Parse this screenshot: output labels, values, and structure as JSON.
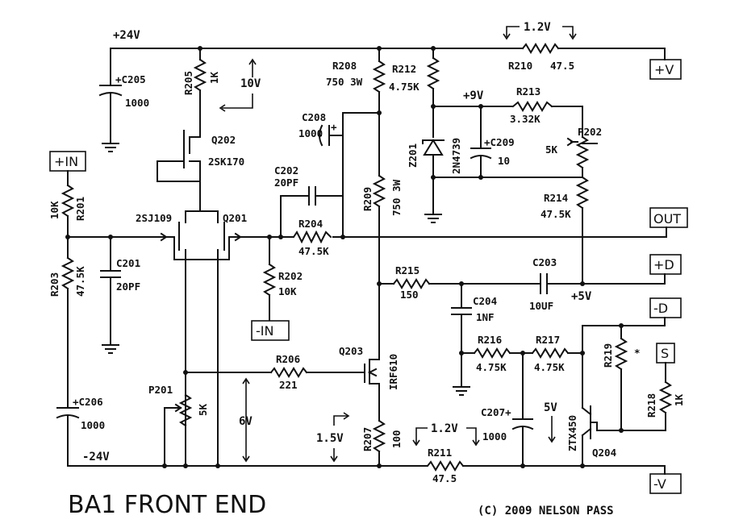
{
  "title": "BA1 FRONT END",
  "copyright": "(C) 2009 NELSON PASS",
  "rails": {
    "pos": "+24V",
    "neg": "-24V"
  },
  "terminals": {
    "in_pos": "+IN",
    "in_neg": "-IN",
    "out": "OUT",
    "v_pos": "+V",
    "v_neg": "-V",
    "d_pos": "+D",
    "d_neg": "-D",
    "s": "S"
  },
  "components": {
    "C205": {
      "ref": "C205",
      "value": "1000",
      "polarity": "+"
    },
    "R205": {
      "ref": "R205",
      "value": "1K"
    },
    "Q202": {
      "ref": "Q202",
      "value": "2SK170"
    },
    "R208": {
      "ref": "R208",
      "value": "750 3W"
    },
    "R212": {
      "ref": "R212",
      "value": "4.75K"
    },
    "R210": {
      "ref": "R210",
      "value": "47.5"
    },
    "R213": {
      "ref": "R213",
      "value": "3.32K"
    },
    "C208": {
      "ref": "C208",
      "value": "1000",
      "polarity": "+"
    },
    "Z201": {
      "ref": "Z201",
      "value": "2N4739"
    },
    "C209": {
      "ref": "C209",
      "value": "10",
      "polarity": "+"
    },
    "P202": {
      "ref": "P202",
      "value": "5K"
    },
    "R214": {
      "ref": "R214",
      "value": "47.5K"
    },
    "C202": {
      "ref": "C202",
      "value": "20PF"
    },
    "R209": {
      "ref": "R209",
      "value": "750 3W"
    },
    "R201": {
      "ref": "R201",
      "value": "10K"
    },
    "Q201_pair": {
      "left": "2SJ109",
      "right": "Q201"
    },
    "R204": {
      "ref": "R204",
      "value": "47.5K"
    },
    "R203": {
      "ref": "R203",
      "value": "47.5K"
    },
    "C201": {
      "ref": "C201",
      "value": "20PF"
    },
    "R202": {
      "ref": "R202",
      "value": "10K"
    },
    "R215": {
      "ref": "R215",
      "value": "150"
    },
    "C203": {
      "ref": "C203",
      "value": "10UF"
    },
    "C204": {
      "ref": "C204",
      "value": "1NF"
    },
    "R219": {
      "ref": "R219",
      "value": "*"
    },
    "Q203": {
      "ref": "Q203",
      "value": "IRF610"
    },
    "R206": {
      "ref": "R206",
      "value": "221"
    },
    "R216": {
      "ref": "R216",
      "value": "4.75K"
    },
    "R217": {
      "ref": "R217",
      "value": "4.75K"
    },
    "R218": {
      "ref": "R218",
      "value": "1K"
    },
    "P201": {
      "ref": "P201",
      "value": "5K"
    },
    "C206": {
      "ref": "C206",
      "value": "1000",
      "polarity": "+"
    },
    "C207": {
      "ref": "C207",
      "value": "1000",
      "polarity": "+"
    },
    "R207": {
      "ref": "R207",
      "value": "100"
    },
    "R211": {
      "ref": "R211",
      "value": "47.5"
    },
    "Q204": {
      "ref": "Q204",
      "value": "ZTX450"
    }
  },
  "voltages": {
    "r210": "1.2V",
    "r205": "10V",
    "plus9": "+9V",
    "plus5": "+5V",
    "p201": "6V",
    "r207": "1.5V",
    "r211": "1.2V",
    "q204": "5V"
  }
}
